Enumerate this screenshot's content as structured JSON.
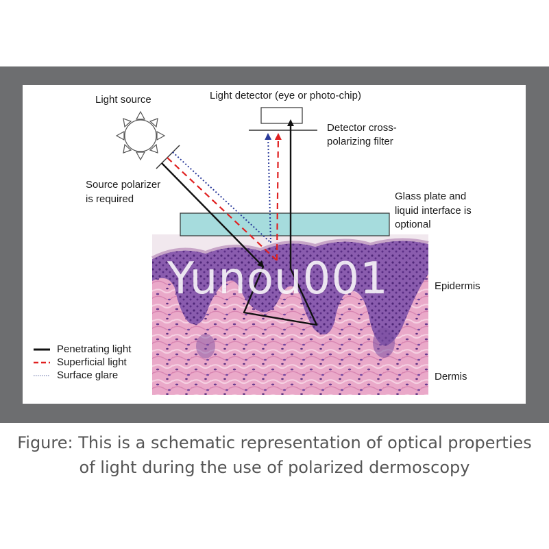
{
  "diagram": {
    "labels": {
      "light_source": "Light source",
      "light_detector": "Light detector (eye or photo-chip)",
      "detector_filter_line1": "Detector cross-",
      "detector_filter_line2": "polarizing filter",
      "source_polarizer_line1": "Source polarizer",
      "source_polarizer_line2": "is required",
      "glass_plate_line1": "Glass plate and",
      "glass_plate_line2": "liquid interface is",
      "glass_plate_line3": "optional",
      "epidermis": "Epidermis",
      "dermis": "Dermis"
    },
    "legend": [
      {
        "label": "Penetrating light",
        "style": "solid",
        "color": "#111111"
      },
      {
        "label": "Superficial light",
        "style": "dashed",
        "color": "#e02020"
      },
      {
        "label": "Surface glare",
        "style": "dotted",
        "color": "#2a3a9a"
      }
    ],
    "watermark": "Yunou001",
    "colors": {
      "glass": "#a6dcdd",
      "epidermis": "#7a4ea0",
      "dermis": "#e8a6c8",
      "frame": "#6d6e70"
    }
  },
  "caption": {
    "line1": "Figure: This is a schematic representation of optical properties",
    "line2": "of light during the use of polarized dermoscopy"
  }
}
